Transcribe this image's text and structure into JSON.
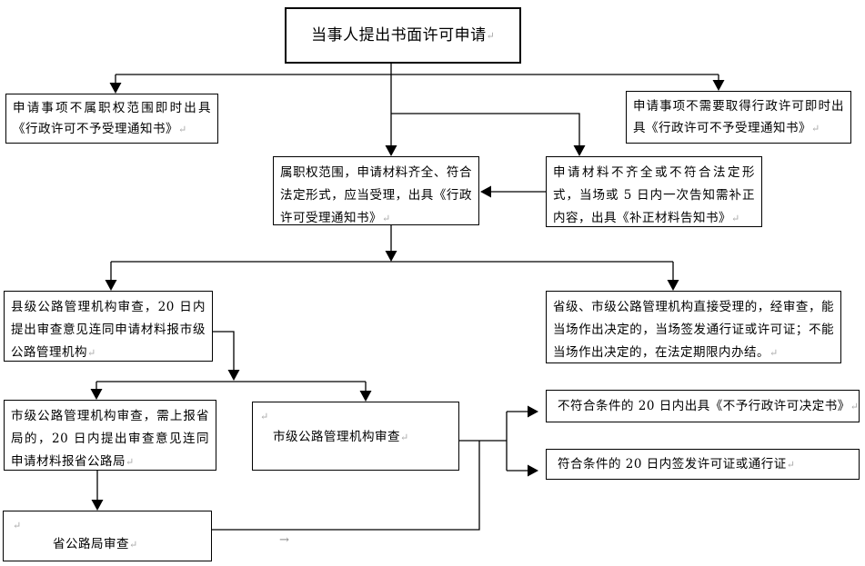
{
  "diagram": {
    "background_color": "#ffffff",
    "line_color": "#000000",
    "return_mark": "↵",
    "anchor_mark": "→",
    "nodes": {
      "start": {
        "label": "当事人提出书面许可申请"
      },
      "outside_jurisdiction": {
        "label": "申请事项不属职权范围即时出具《行政许可不予受理通知书》"
      },
      "no_license_needed": {
        "label": "申请事项不需要取得行政许可即时出具《行政许可不予受理通知书》"
      },
      "accept": {
        "label": "属职权范围，申请材料齐全、符合法定形式，应当受理，出具《行政许可受理通知书》"
      },
      "supplement": {
        "label": "申请材料不齐全或不符合法定形式，当场或 5 日内一次告知需补正内容，出具《补正材料告知书》"
      },
      "county_review": {
        "label": "县级公路管理机构审查，20 日内提出审查意见连同申请材料报市级公路管理机构"
      },
      "direct_accept": {
        "label": "省级、市级公路管理机构直接受理的，经审查，能当场作出决定的，当场签发通行证或许可证；不能当场作出决定的，在法定期限内办结。"
      },
      "city_report_province": {
        "label": "市级公路管理机构审查，需上报省局的，20 日内提出审查意见连同申请材料报省公路局"
      },
      "city_review": {
        "label": "市级公路管理机构审查"
      },
      "reject_decision": {
        "label": "不符合条件的 20 日内出具《不予行政许可决定书》"
      },
      "issue_license": {
        "label": "符合条件的 20 日内签发许可证或通行证"
      },
      "province_review": {
        "label": "省公路局审查"
      }
    }
  }
}
